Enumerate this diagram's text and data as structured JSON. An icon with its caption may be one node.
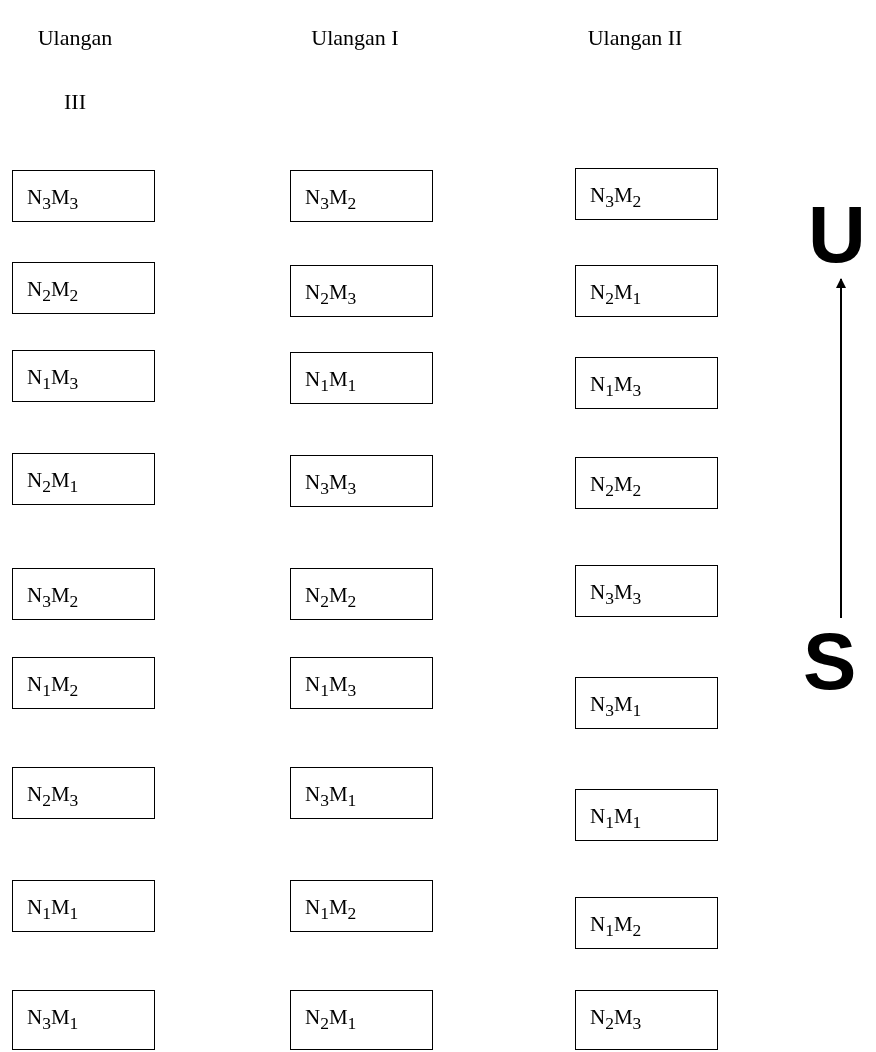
{
  "diagram": {
    "nodes": [
      {
        "text": [
          "N$_{3}$M$_{3}$"
        ]
      },
      {
        "text": [
          "N$_{3}$M$_{2}$"
        ]
      },
      {
        "text": [
          "N$_{3}$M$_{2}$"
        ]
      },
      {
        "text": [
          "N$_{2}$M$_{2}$"
        ]
      },
      {
        "text": [
          "N$_{2}$M$_{3}$"
        ]
      },
      {
        "text": [
          "N$_{2}$M$_{1}$"
        ]
      },
      {
        "text": [
          "N$_{1}$M$_{3}$"
        ]
      },
      {
        "text": [
          "N$_{1}$M$_{1}$"
        ]
      },
      {
        "text": [
          "N$_{1}$M$_{3}$"
        ]
      },
      {
        "text": [
          "N$_{2}$M$_{1}$"
        ]
      },
      {
        "text": [
          "N$_{3}$M$_{3}$"
        ]
      },
      {
        "text": [
          "N$_{2}$M$_{2}$"
        ]
      },
      {
        "text": [
          "N$_{3}$M$_{2}$"
        ]
      },
      {
        "text": [
          "N$_{2}$M$_{2}$"
        ]
      },
      {
        "text": [
          "N$_{3}$M$_{3}$"
        ]
      },
      {
        "text": [
          "N$_{1}$M$_{2}$"
        ]
      },
      {
        "text": [
          "N$_{1}$M$_{3}$"
        ]
      },
      {
        "text": [
          "N$_{3}$M$_{1}$"
        ]
      },
      {
        "text": [
          "N$_{2}$M$_{3}$"
        ]
      },
      {
        "text": [
          "N$_{3}$M$_{1}$"
        ]
      },
      {
        "text": [
          "N$_{1}$M$_{1}$"
        ]
      },
      {
        "text": [
          "N$_{1}$M$_{1}$"
        ]
      },
      {
        "text": [
          "N$_{1}$M$_{2}$"
        ]
      },
      {
        "text": [
          "N$_{1}$M$_{2}$"
        ]
      },
      {
        "text": [
          "N$_{3}$M$_{1}$"
        ]
      },
      {
        "text": [
          "N$_{2}$M$_{1}$"
        ]
      },
      {
        "text": [
          "N$_{2}$M$_{3}$"
        ]
      },
      {
        "text": [
          "U"
        ]
      },
      {
        "text": [
          "S"
        ]
      }
    ],
    "edges": [
      {
        "from": 28,
        "to": 27,
        "arrow": "to"
      }
    ],
    "labels": [
      "Ulangan III",
      "Ulangan I",
      "Ulangan II"
    ]
  }
}
